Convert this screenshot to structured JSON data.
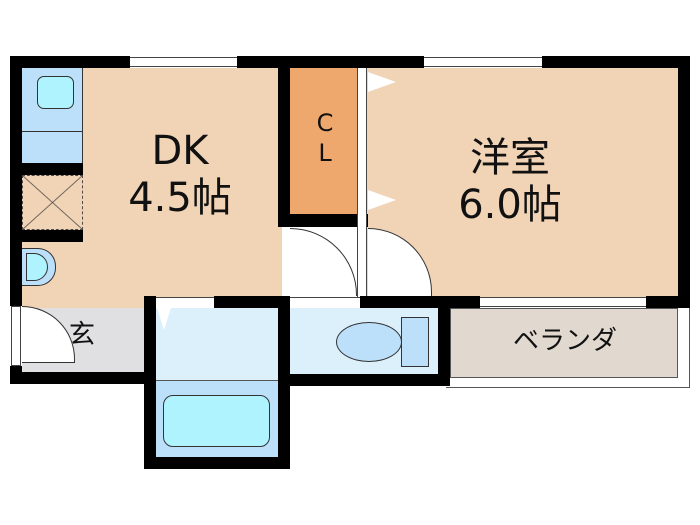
{
  "floorplan": {
    "rooms": [
      {
        "id": "dk",
        "name": "DK",
        "size": "4.5帖",
        "color": "#f1d3b6"
      },
      {
        "id": "western",
        "name": "洋室",
        "size": "6.0帖",
        "color": "#f1d3b6"
      },
      {
        "id": "closet",
        "name_line1": "C",
        "name_line2": "L",
        "color": "#eea76c"
      },
      {
        "id": "entrance",
        "name": "玄",
        "color": "#e0e0e2"
      },
      {
        "id": "veranda",
        "name": "ベランダ",
        "color": "#e1d8cf"
      },
      {
        "id": "washroom",
        "color": "#dcf0fc"
      },
      {
        "id": "bath",
        "color": "#bde0fa"
      },
      {
        "id": "toilet",
        "color": "#dcf0fc"
      }
    ],
    "colors": {
      "wall": "#000000",
      "fixture_fill": "#aef3fd",
      "fixture_base": "#bde0fa"
    }
  }
}
